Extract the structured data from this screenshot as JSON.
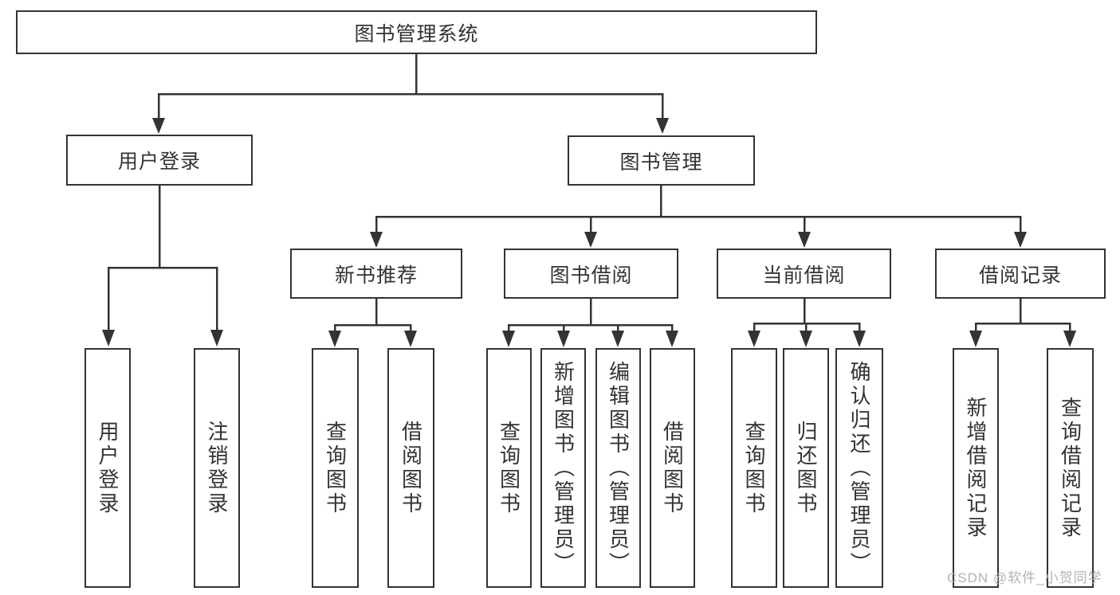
{
  "diagram": {
    "root": {
      "label": "图书管理系统"
    },
    "branches": [
      {
        "label": "用户登录",
        "leaves": [
          "用户登录",
          "注销登录"
        ]
      },
      {
        "label": "图书管理",
        "groups": [
          {
            "label": "新书推荐",
            "leaves": [
              "查询图书",
              "借阅图书"
            ]
          },
          {
            "label": "图书借阅",
            "leaves": [
              "查询图书",
              "新增图书（管理员）",
              "编辑图书（管理员）",
              "借阅图书"
            ]
          },
          {
            "label": "当前借阅",
            "leaves": [
              "查询图书",
              "归还图书",
              "确认归还（管理员）"
            ]
          },
          {
            "label": "借阅记录",
            "leaves": [
              "新增借阅记录",
              "查询借阅记录"
            ]
          }
        ]
      }
    ],
    "watermark": "CSDN @软件_小贺同学",
    "colors": {
      "line": "#333333",
      "text": "#333333",
      "watermark": "#b3b3b3",
      "background": "#ffffff"
    }
  }
}
